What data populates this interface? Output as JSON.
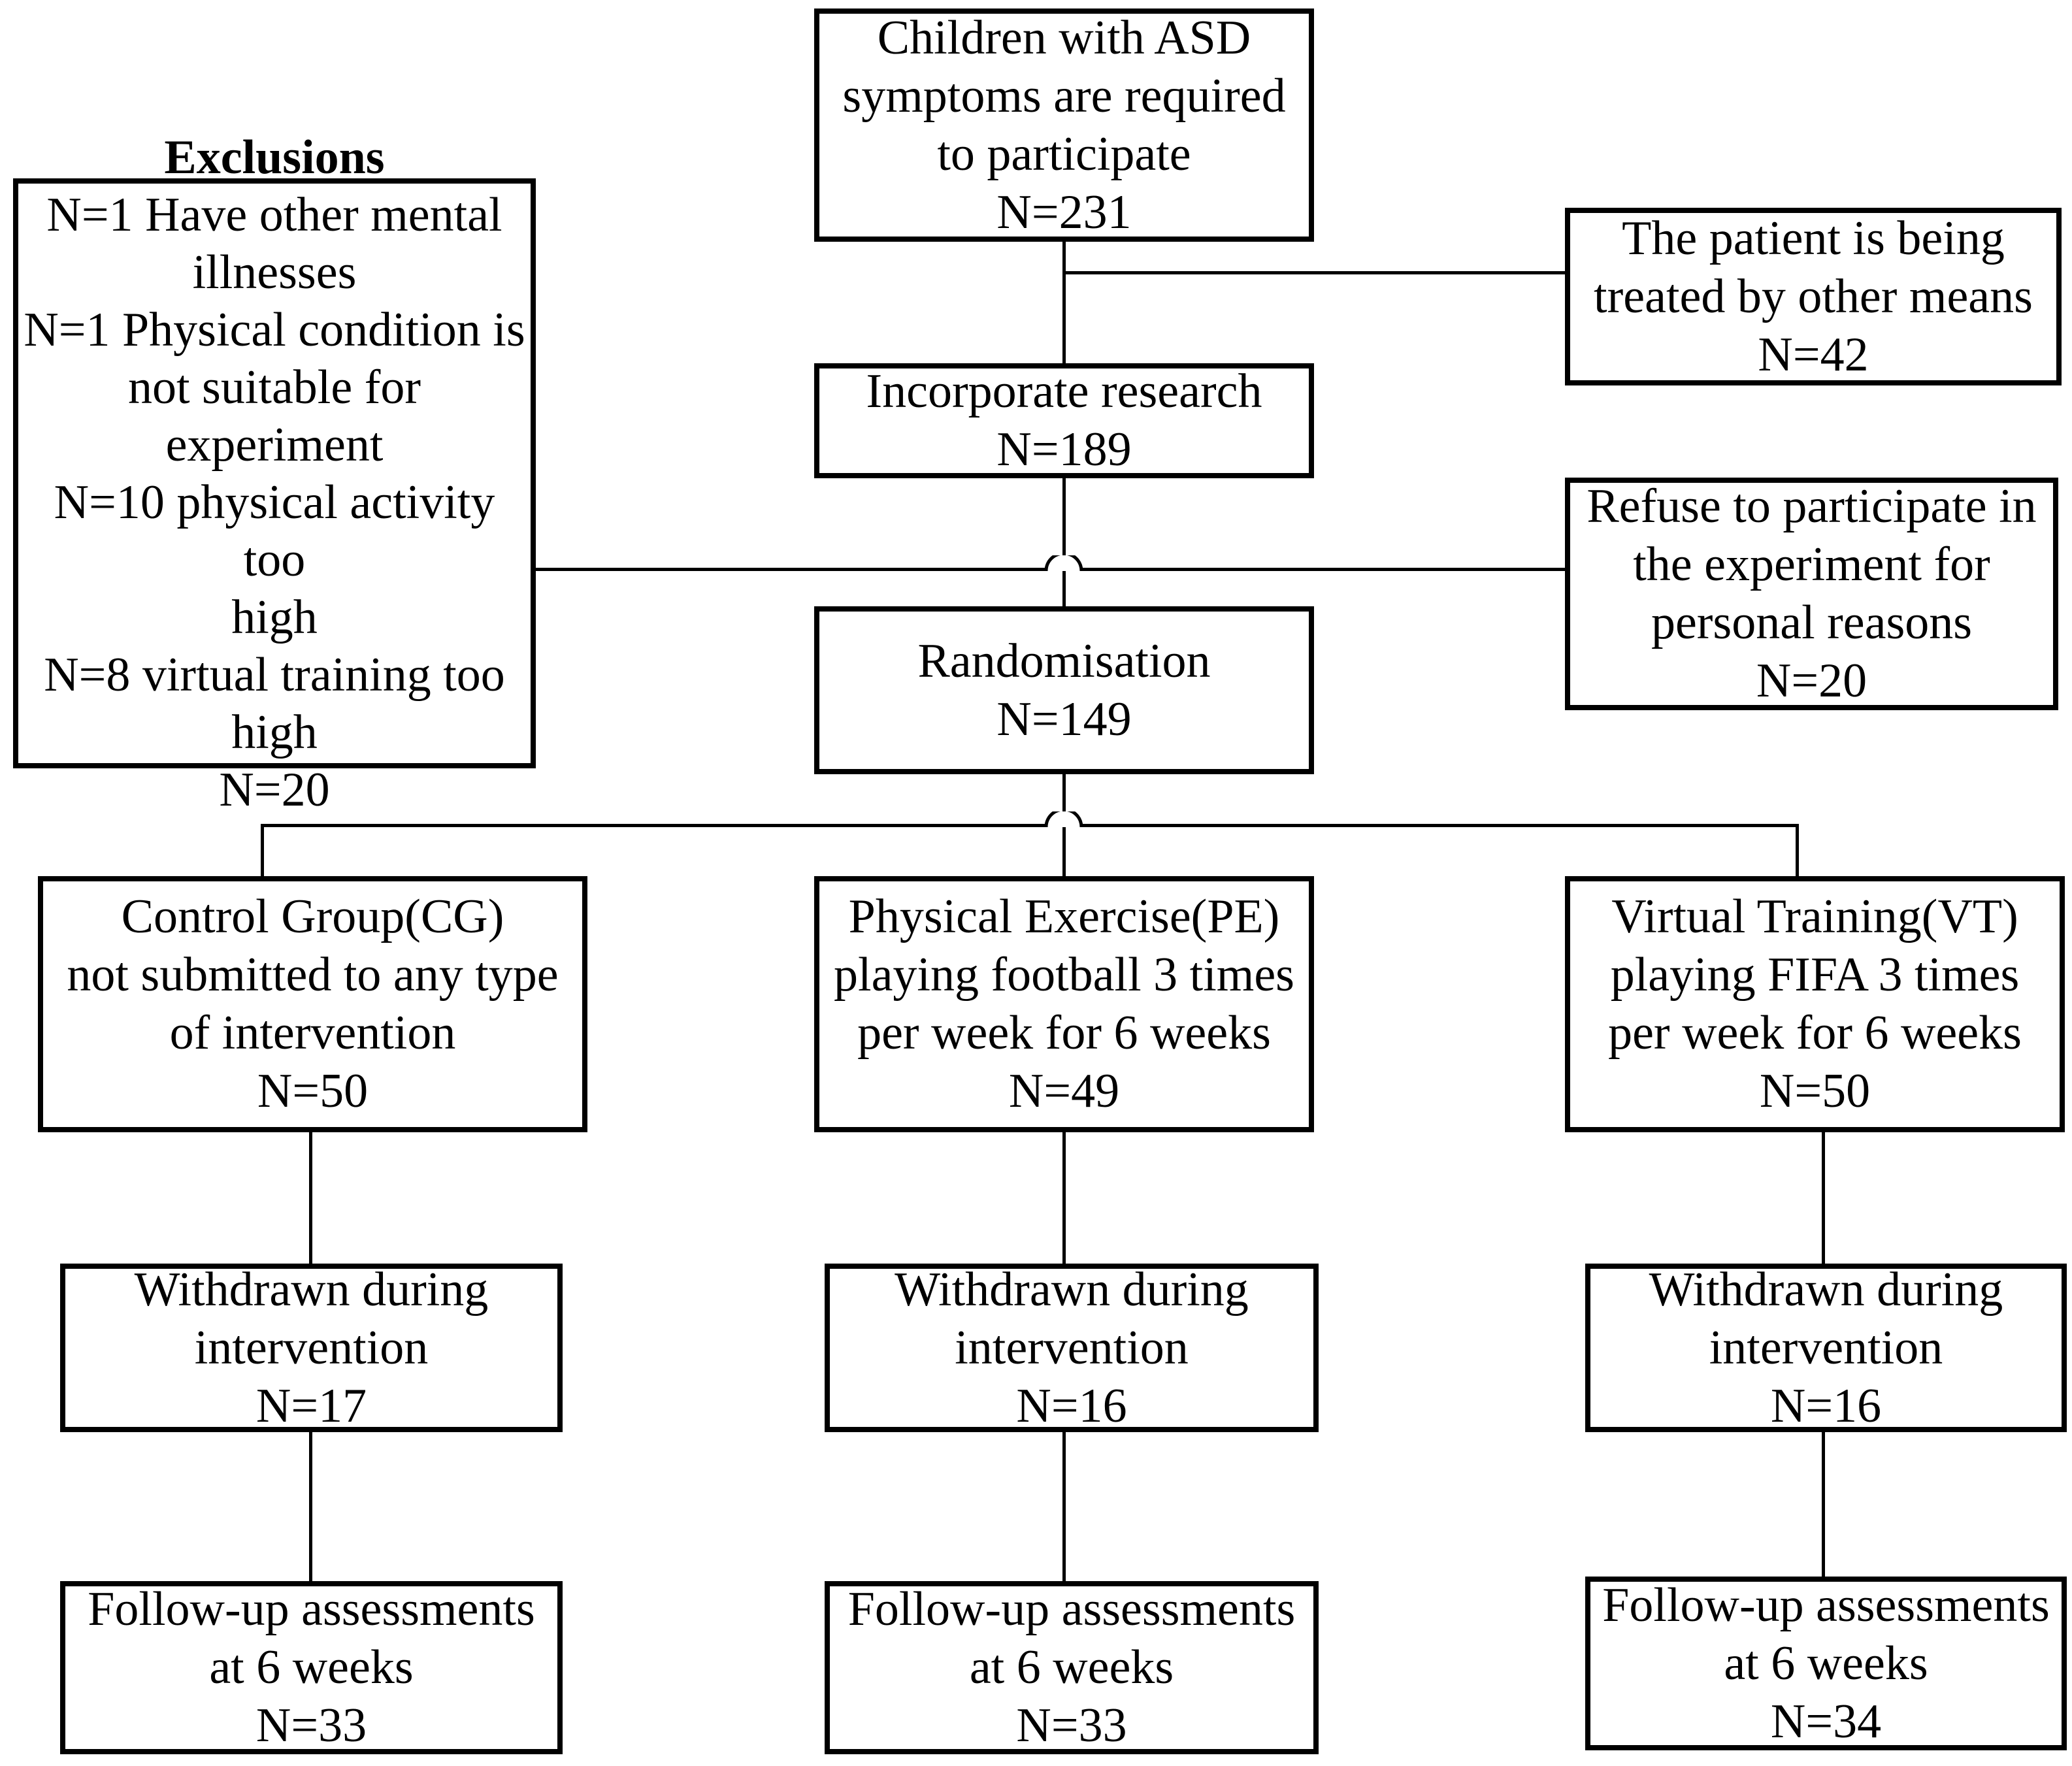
{
  "boxes": {
    "screening": {
      "text": "Children with ASD\nsymptoms are required\nto participate\nN=231"
    },
    "exclusions": {
      "title": "Exclusions",
      "text": "N=1 Have other mental\nillnesses\nN=1 Physical condition is\nnot suitable for experiment\nN=10 physical activity too\nhigh\nN=8 virtual training too\nhigh\nN=20"
    },
    "treated_by_other_means": {
      "text": "The patient is being\ntreated by other means\nN=42"
    },
    "incorporate_research": {
      "text": "Incorporate research\nN=189"
    },
    "refuse_to_participate": {
      "text": "Refuse to participate in\nthe experiment for\npersonal reasons\nN=20"
    },
    "randomisation": {
      "text": "Randomisation\nN=149"
    },
    "control_group": {
      "text": "Control Group(CG)\nnot submitted to any type\nof intervention\nN=50"
    },
    "physical_exercise": {
      "text": "Physical Exercise(PE)\nplaying football 3 times\nper week for 6 weeks\nN=49"
    },
    "virtual_training": {
      "text": "Virtual Training(VT)\nplaying FIFA 3 times\nper week for 6 weeks\nN=50"
    },
    "cg_withdrawn": {
      "text": "Withdrawn during\nintervention\nN=17"
    },
    "pe_withdrawn": {
      "text": "Withdrawn during\nintervention\nN=16"
    },
    "vt_withdrawn": {
      "text": "Withdrawn during\nintervention\nN=16"
    },
    "cg_followup": {
      "text": "Follow-up assessments\nat 6 weeks\nN=33"
    },
    "pe_followup": {
      "text": "Follow-up assessments\nat 6 weeks\nN=33"
    },
    "vt_followup": {
      "text": "Follow-up assessments\nat 6 weeks\nN=34"
    }
  },
  "colors": {
    "line": "#000000",
    "text": "#000000",
    "box_background": "#ffffff",
    "page_background": "#ffffff"
  }
}
